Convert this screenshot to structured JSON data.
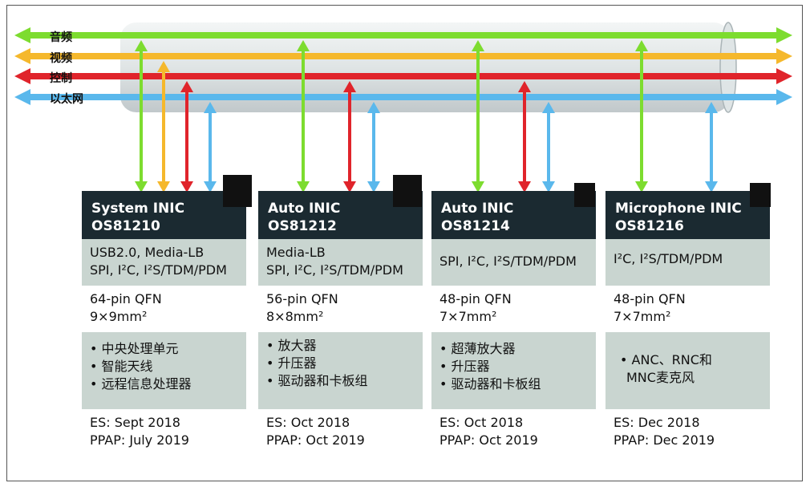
{
  "channels": [
    {
      "label": "音频",
      "color": "#7ddc2f"
    },
    {
      "label": "视频",
      "color": "#f5b82c"
    },
    {
      "label": "控制",
      "color": "#e0242b"
    },
    {
      "label": "以太网",
      "color": "#5ab8ec"
    }
  ],
  "cards": [
    {
      "title": "System INIC",
      "part": "OS81210",
      "interfaces": [
        "USB2.0, Media-LB",
        "SPI, I²C, I²S/TDM/PDM"
      ],
      "package": [
        "64-pin QFN",
        "9×9mm²"
      ],
      "features": [
        "• 中央处理单元",
        "• 智能天线",
        "• 远程信息处理器"
      ],
      "es": "ES: Sept 2018",
      "ppap": "PPAP: July 2019"
    },
    {
      "title": "Auto INIC",
      "part": "OS81212",
      "interfaces": [
        "Media-LB",
        "SPI, I²C, I²S/TDM/PDM"
      ],
      "package": [
        "56-pin QFN",
        "8×8mm²"
      ],
      "features": [
        "• 放大器",
        "• 升压器",
        "• 驱动器和卡板组"
      ],
      "es": "ES: Oct 2018",
      "ppap": "PPAP: Oct 2019"
    },
    {
      "title": "Auto INIC",
      "part": "OS81214",
      "interfaces": [
        "SPI, I²C, I²S/TDM/PDM"
      ],
      "package": [
        "48-pin QFN",
        "7×7mm²"
      ],
      "features": [
        "• 超薄放大器",
        "• 升压器",
        "• 驱动器和卡板组"
      ],
      "es": "ES: Oct 2018",
      "ppap": "PPAP: Oct 2019"
    },
    {
      "title": "Microphone INIC",
      "part": "OS81216",
      "interfaces": [
        "I²C, I²S/TDM/PDM"
      ],
      "package": [
        "48-pin QFN",
        "7×7mm²"
      ],
      "features": [
        "• ANC、RNC和",
        "MNC麦克风"
      ],
      "es": "ES: Dec 2018",
      "ppap": "PPAP: Dec 2019"
    }
  ]
}
